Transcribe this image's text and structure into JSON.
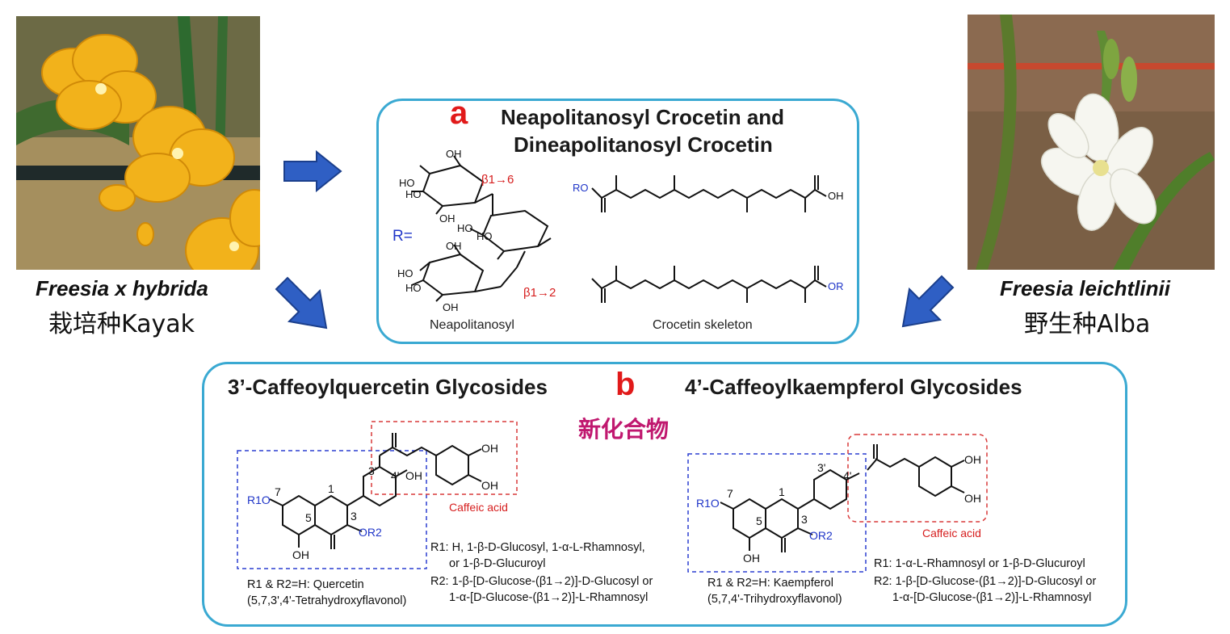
{
  "photos": {
    "left": {
      "caption_latin": "Freesia x hybrida",
      "caption_cn": "栽培种Kayak"
    },
    "right": {
      "caption_latin": "Freesia leichtlinii",
      "caption_cn": "野生种Alba"
    }
  },
  "panel_a": {
    "letter": "a",
    "title_line1": "Neapolitanosyl Crocetin and",
    "title_line2": "Dineapolitanosyl Crocetin",
    "r_label": "R=",
    "beta16": "β1→6",
    "beta12": "β1→2",
    "oh": "OH",
    "ho": "HO",
    "ro": "RO",
    "or": "OR",
    "sugar_caption": "Neapolitanosyl",
    "skeleton_caption": "Crocetin skeleton"
  },
  "panel_b": {
    "letter": "b",
    "left_title": "3’-Caffeoylquercetin Glycosides",
    "right_title": "4’-Caffeoylkaempferol Glycosides",
    "new_compound": "新化合物",
    "caffeic_acid": "Caffeic acid",
    "quercetin": {
      "label1": "R1 & R2=H: Quercetin",
      "label2": "(5,7,3',4'-Tetrahydroxyflavonol)",
      "r1_line1": "R1: H, 1-β-D-Glucosyl, 1-α-L-Rhamnosyl,",
      "r1_line2": "or 1-β-D-Glucuroyl",
      "r2_line1": "R2: 1-β-[D-Glucose-(β1→2)]-D-Glucosyl or",
      "r2_line2": "1-α-[D-Glucose-(β1→2)]-L-Rhamnosyl"
    },
    "kaempferol": {
      "label1": "R1 & R2=H: Kaempferol",
      "label2": "(5,7,4'-Trihydroxyflavonol)",
      "r1_line1": "R1: 1-α-L-Rhamnosyl or 1-β-D-Glucuroyl",
      "r2_line1": "R2: 1-β-[D-Glucose-(β1→2)]-D-Glucosyl or",
      "r2_line2": "1-α-[D-Glucose-(β1→2)]-L-Rhamnosyl"
    },
    "atoms": {
      "n1": "1",
      "n3": "3",
      "n5": "5",
      "n7": "7",
      "n3p": "3'",
      "n4p": "4'",
      "r1o": "R1O",
      "or2": "OR2",
      "oh": "OH"
    }
  },
  "colors": {
    "panel_border": "#3aa9d2",
    "arrow": "#2f5fc4",
    "letter": "#e11a1a",
    "new_compound": "#c0186f"
  }
}
